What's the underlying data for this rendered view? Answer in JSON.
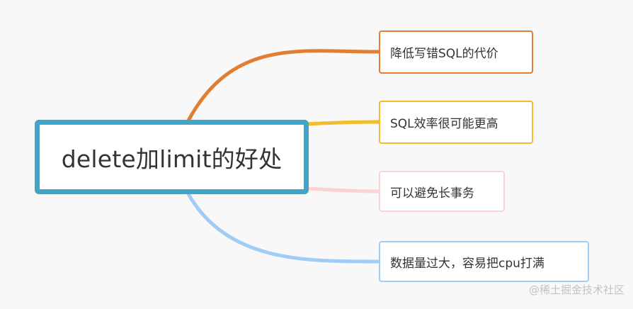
{
  "central_topic": "delete加limit的好处",
  "branches": [
    {
      "label": "降低写错SQL的代价",
      "color": "#e07f33"
    },
    {
      "label": "SQL效率很可能更高",
      "color": "#f2bd2c"
    },
    {
      "label": "可以避免长事务",
      "color": "#fbd3d3"
    },
    {
      "label": "数据量过大，容易把cpu打满",
      "color": "#9fcdf6"
    }
  ],
  "central_border_color": "#3fa6c9",
  "watermark": "@稀土掘金技术社区"
}
